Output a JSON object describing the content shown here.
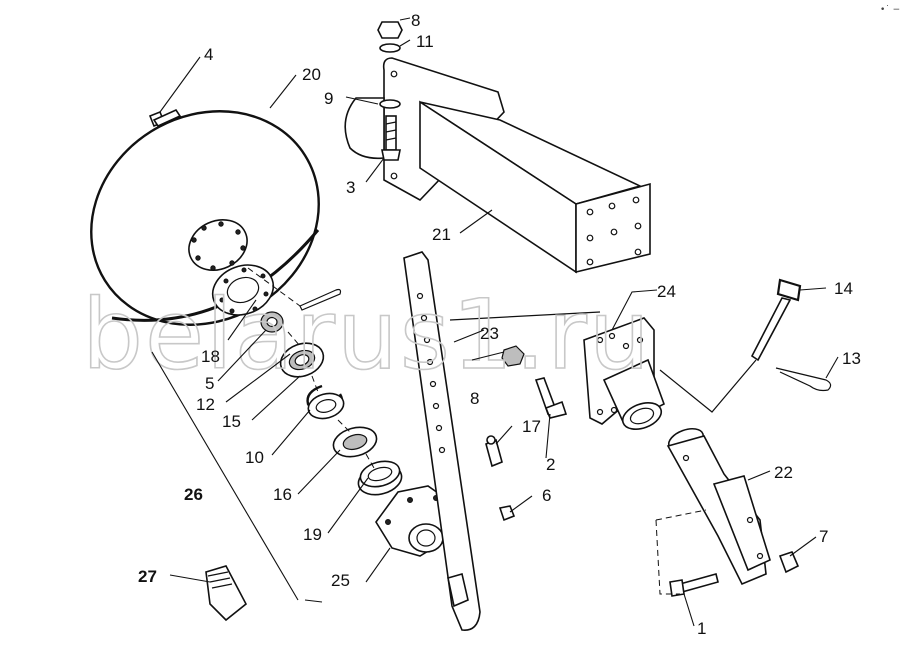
{
  "watermark": "belarus1.ru",
  "corner_mark": "•˙ −",
  "callouts": [
    {
      "id": "c1",
      "text": "1"
    },
    {
      "id": "c2",
      "text": "2"
    },
    {
      "id": "c3",
      "text": "3"
    },
    {
      "id": "c4",
      "text": "4"
    },
    {
      "id": "c5",
      "text": "5"
    },
    {
      "id": "c6",
      "text": "6"
    },
    {
      "id": "c7",
      "text": "7"
    },
    {
      "id": "c8a",
      "text": "8"
    },
    {
      "id": "c8b",
      "text": "8"
    },
    {
      "id": "c9",
      "text": "9"
    },
    {
      "id": "c10",
      "text": "10"
    },
    {
      "id": "c11",
      "text": "11"
    },
    {
      "id": "c12",
      "text": "12"
    },
    {
      "id": "c13",
      "text": "13"
    },
    {
      "id": "c14",
      "text": "14"
    },
    {
      "id": "c15",
      "text": "15"
    },
    {
      "id": "c16",
      "text": "16"
    },
    {
      "id": "c17",
      "text": "17"
    },
    {
      "id": "c18",
      "text": "18"
    },
    {
      "id": "c19",
      "text": "19"
    },
    {
      "id": "c20",
      "text": "20"
    },
    {
      "id": "c21",
      "text": "21"
    },
    {
      "id": "c22",
      "text": "22"
    },
    {
      "id": "c23",
      "text": "23"
    },
    {
      "id": "c24",
      "text": "24"
    },
    {
      "id": "c25",
      "text": "25"
    },
    {
      "id": "c26",
      "text": "26",
      "bold": true
    },
    {
      "id": "c27",
      "text": "27",
      "bold": true
    }
  ]
}
